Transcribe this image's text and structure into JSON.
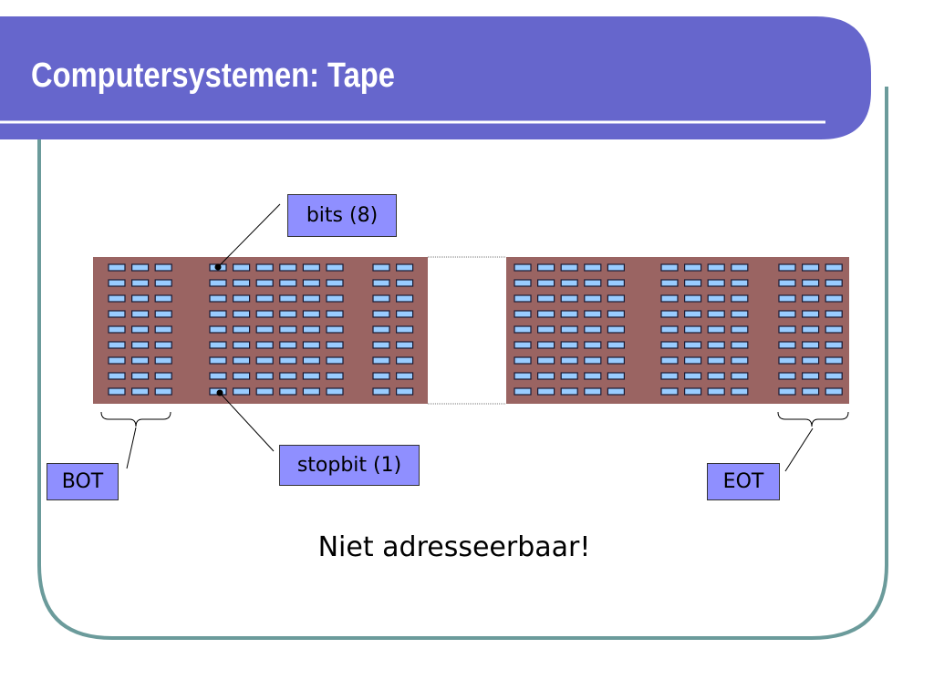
{
  "slide": {
    "title": "Computersystemen: Tape",
    "caption": "Niet adresseerbaar!"
  },
  "labels": {
    "bits": "bits (8)",
    "stopbit": "stopbit (1)",
    "bot": "BOT",
    "eot": "EOT"
  },
  "tape": {
    "rows": 9,
    "blocks_left": [
      3,
      6,
      2
    ],
    "blocks_right": [
      5,
      4,
      3
    ]
  },
  "colors": {
    "header": "#6666cc",
    "frame": "#6b9b9b",
    "tape": "#9a6462",
    "bit": "#99ccff",
    "bit_border": "#1a1a33",
    "label_box": "#8f8fff"
  }
}
